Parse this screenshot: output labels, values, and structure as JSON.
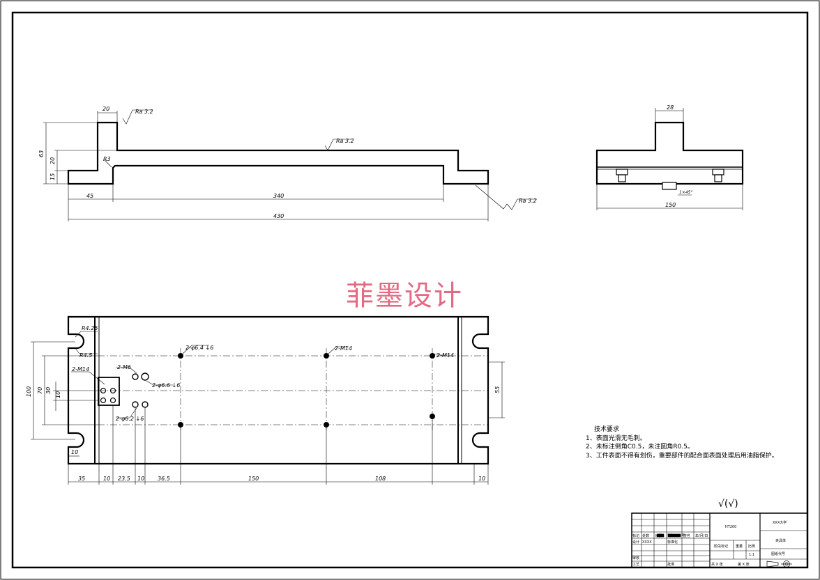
{
  "watermark": "菲墨设计",
  "front_view": {
    "dims": {
      "top_width": "20",
      "height_total": "63",
      "height_mid": "20",
      "height_low": "15",
      "left_step": "45",
      "middle": "340",
      "overall": "430",
      "radius": "R3"
    },
    "roughness": [
      "Ra 3.2",
      "Ra 3.2",
      "Ra 3.2"
    ]
  },
  "side_view": {
    "dims": {
      "top_width": "28",
      "overall": "150",
      "groove": "1×45°"
    }
  },
  "top_view": {
    "dims": {
      "bottom": [
        "35",
        "10",
        "23.5",
        "10",
        "36.5",
        "150",
        "108",
        "10"
      ],
      "left": [
        "100",
        "70",
        "30",
        "10"
      ],
      "right": "55",
      "corner_r1": "R4.25",
      "corner_r2": "R4.5",
      "corner_box": "10"
    },
    "callouts": [
      "2-M14",
      "2-M6",
      "2-φ6.2 ↓6",
      "2-φ6.4 ↓6",
      "2-φ6.6 ↓6",
      "2-M14",
      "2-M14"
    ]
  },
  "tech_req": {
    "title": "技术要求",
    "items": [
      "1、表面光滑无毛刺。",
      "2、未标注倒角C0.5，未注圆角R0.5。",
      "3、工件表面不得有划伤，重要部件的配合面表面处理后用油脂保护。"
    ]
  },
  "roughness_symbol": "√(√)",
  "title_block": {
    "material": "HT200",
    "school": "XXX大学",
    "part_name": "夹具体",
    "drawing_no": "图纸代号",
    "scale_label": "比例",
    "scale": "1:1",
    "stage_label": "阶段标记",
    "weight_label": "重量",
    "design": "设计",
    "design_name": "XXXX",
    "standard": "标准化",
    "review": "审核",
    "process": "工艺",
    "approve": "批准",
    "mark": "标记",
    "count": "处数",
    "division": "分区",
    "change_no": "更改文件号",
    "signature": "签名",
    "date": "年/月/日",
    "sheets_total": "共 X 张",
    "sheet_no": "第 X 张"
  }
}
